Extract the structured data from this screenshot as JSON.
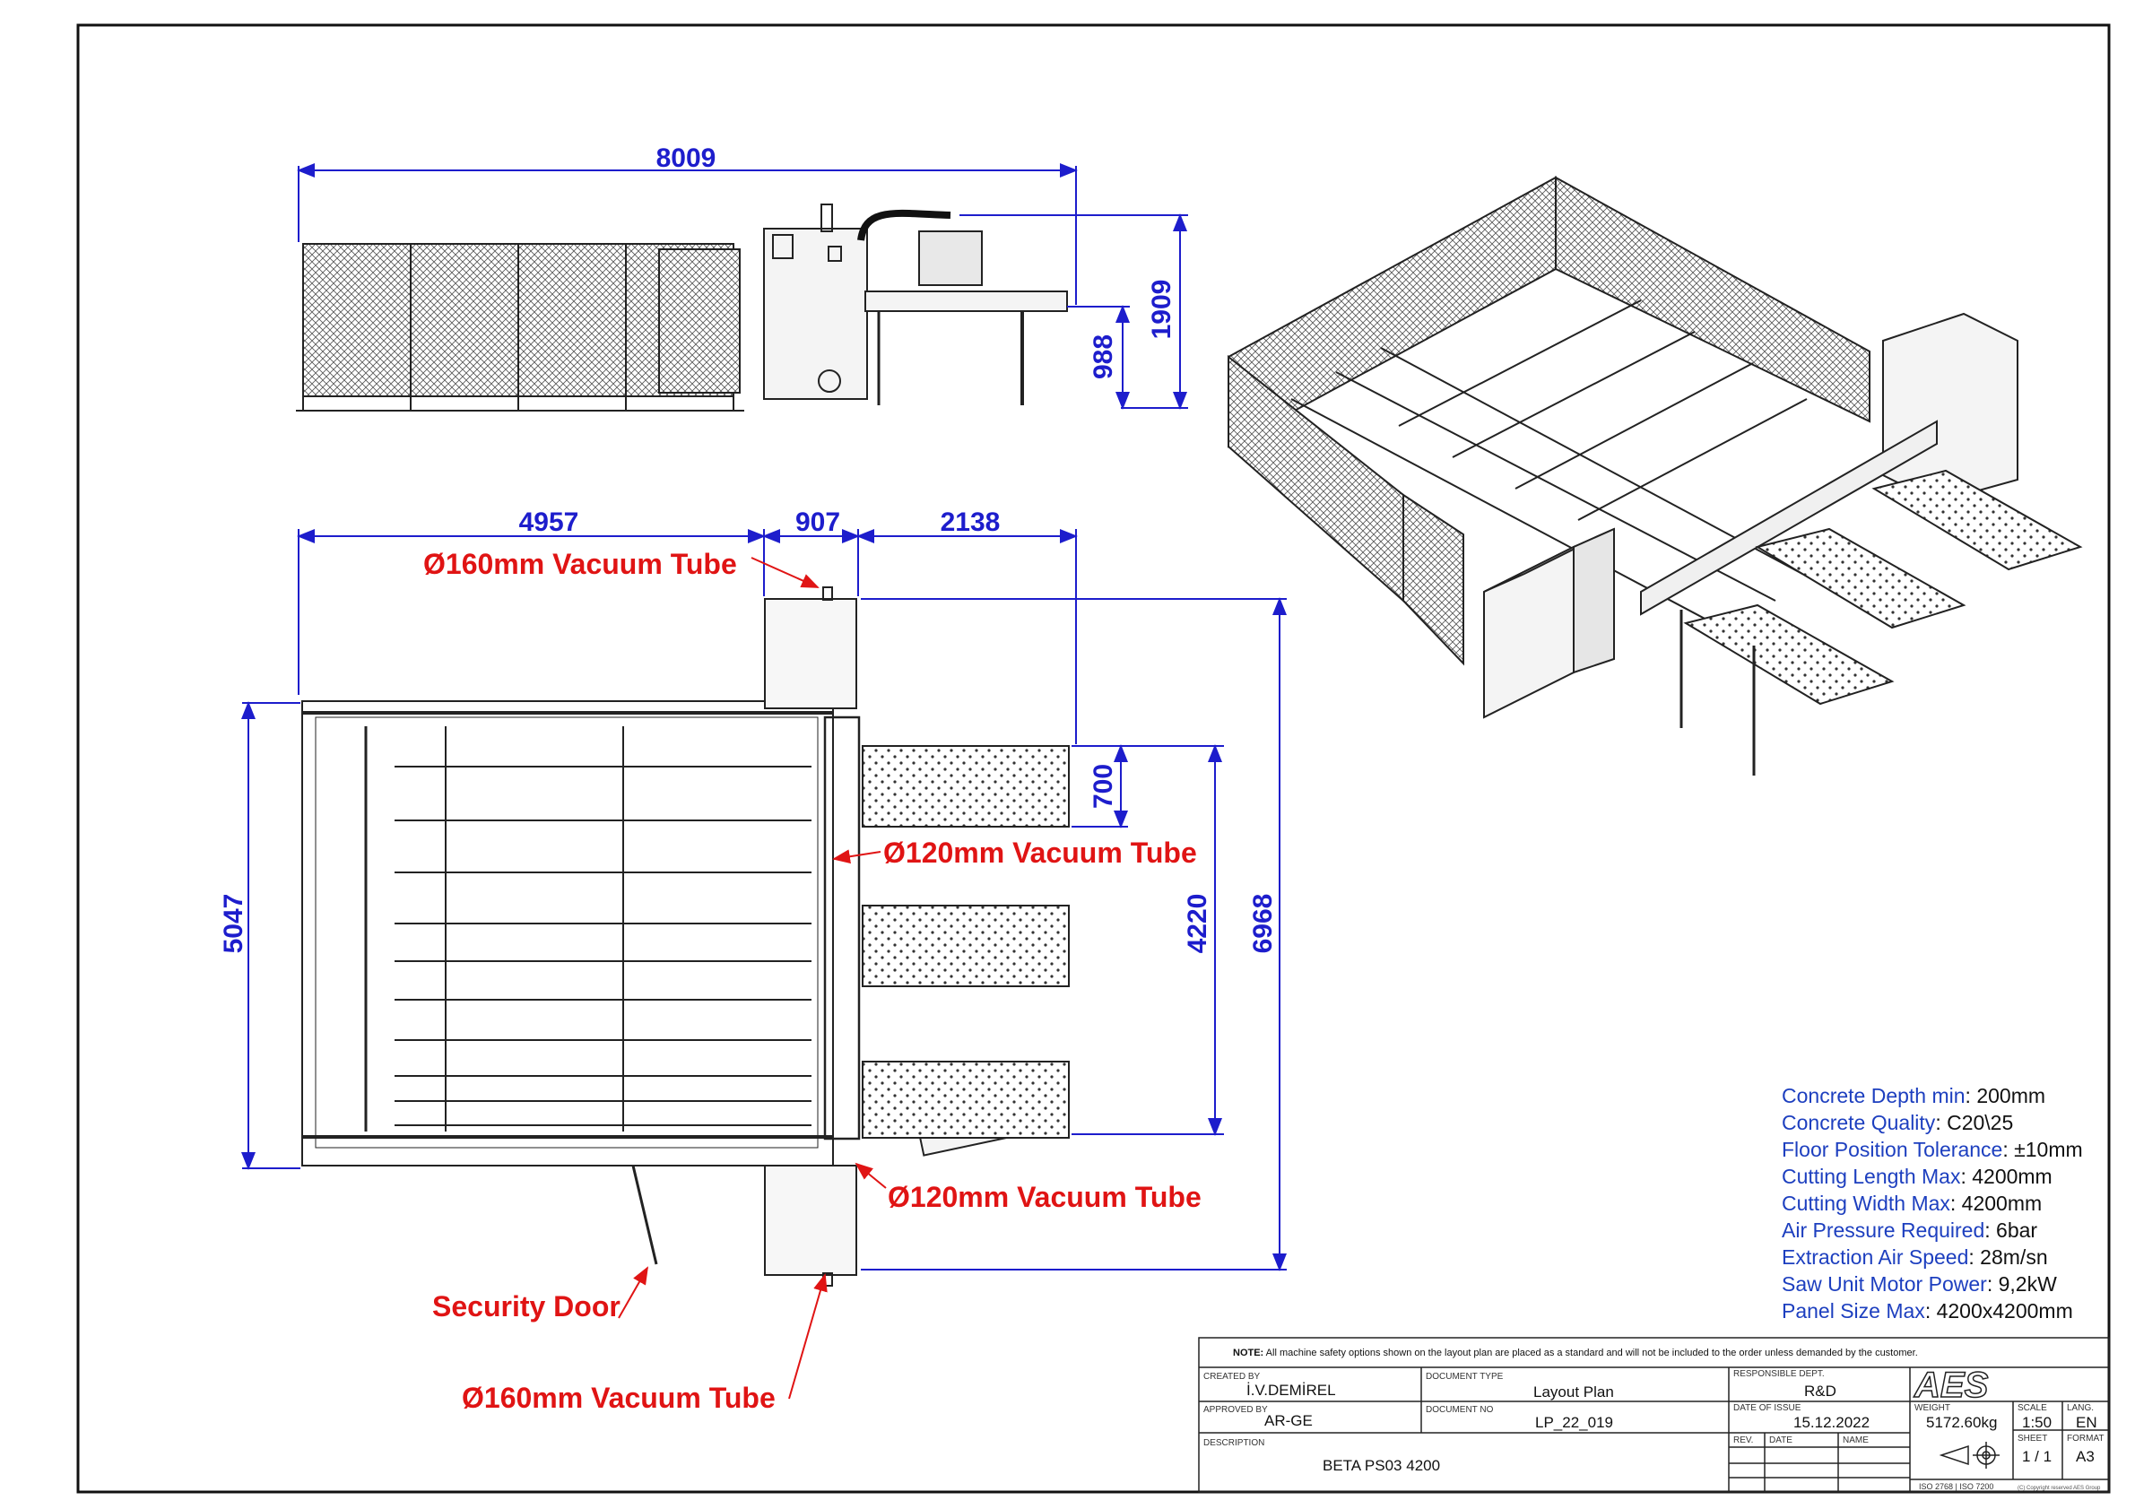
{
  "dimensions": {
    "side_total_length": "8009",
    "side_total_height": "1909",
    "side_table_height": "988",
    "top_left_length": "4957",
    "top_mid_length": "907",
    "top_right_length": "2138",
    "plan_left_width": "5047",
    "plan_total_width": "6968",
    "plan_cut_width": "4220",
    "plan_table_width": "700"
  },
  "callouts": {
    "vacuum_160_top": "Ø160mm Vacuum Tube",
    "vacuum_120_mid": "Ø120mm Vacuum Tube",
    "vacuum_120_low": "Ø120mm Vacuum Tube",
    "security_door": "Security Door",
    "vacuum_160_bottom": "Ø160mm Vacuum Tube"
  },
  "specs": [
    {
      "label": "Concrete Depth min",
      "value": ": 200mm"
    },
    {
      "label": "Concrete Quality",
      "value": ": C20\\25"
    },
    {
      "label": "Floor Position Tolerance",
      "value": ": ±10mm"
    },
    {
      "label": "Cutting Length Max",
      "value": ": 4200mm"
    },
    {
      "label": "Cutting Width Max",
      "value": ": 4200mm"
    },
    {
      "label": "Air Pressure Required",
      "value": ": 6bar"
    },
    {
      "label": "Extraction Air Speed",
      "value": ": 28m/sn"
    },
    {
      "label": "Saw Unit Motor Power",
      "value": ": 9,2kW"
    },
    {
      "label": "Panel Size Max",
      "value": ": 4200x4200mm"
    }
  ],
  "title_block": {
    "note_label": "NOTE:",
    "note_text": " All machine safety options shown on the layout plan are placed as a standard and will not be included to the order unless demanded by the customer.",
    "created_by_label": "CREATED BY",
    "created_by": "İ.V.DEMİREL",
    "document_type_label": "DOCUMENT TYPE",
    "document_type": "Layout Plan",
    "responsible_dept_label": "RESPONSIBLE DEPT.",
    "responsible_dept": "R&D",
    "approved_by_label": "APPROVED BY",
    "approved_by": "AR-GE",
    "document_no_label": "DOCUMENT NO",
    "document_no": "LP_22_019",
    "date_of_issue_label": "DATE OF ISSUE",
    "date_of_issue": "15.12.2022",
    "weight_label": "WEIGHT",
    "weight": "5172.60kg",
    "scale_label": "SCALE",
    "scale": "1:50",
    "lang_label": "LANG.",
    "lang": "EN",
    "description_label": "DESCRIPTION",
    "description": "BETA PS03 4200",
    "rev_label": "REV.",
    "date_label": "DATE",
    "name_label": "NAME",
    "sheet_label": "SHEET",
    "sheet": "1 / 1",
    "format_label": "FORMAT",
    "format": "A3",
    "iso": "ISO 2768 | ISO 7200",
    "copyright": "(C) Copyright reserved AES Group",
    "logo": "AES"
  },
  "colors": {
    "dimension": "#1d1dcc",
    "callout": "#e01414",
    "spec_label": "#1d3fbf",
    "line": "#222222"
  }
}
